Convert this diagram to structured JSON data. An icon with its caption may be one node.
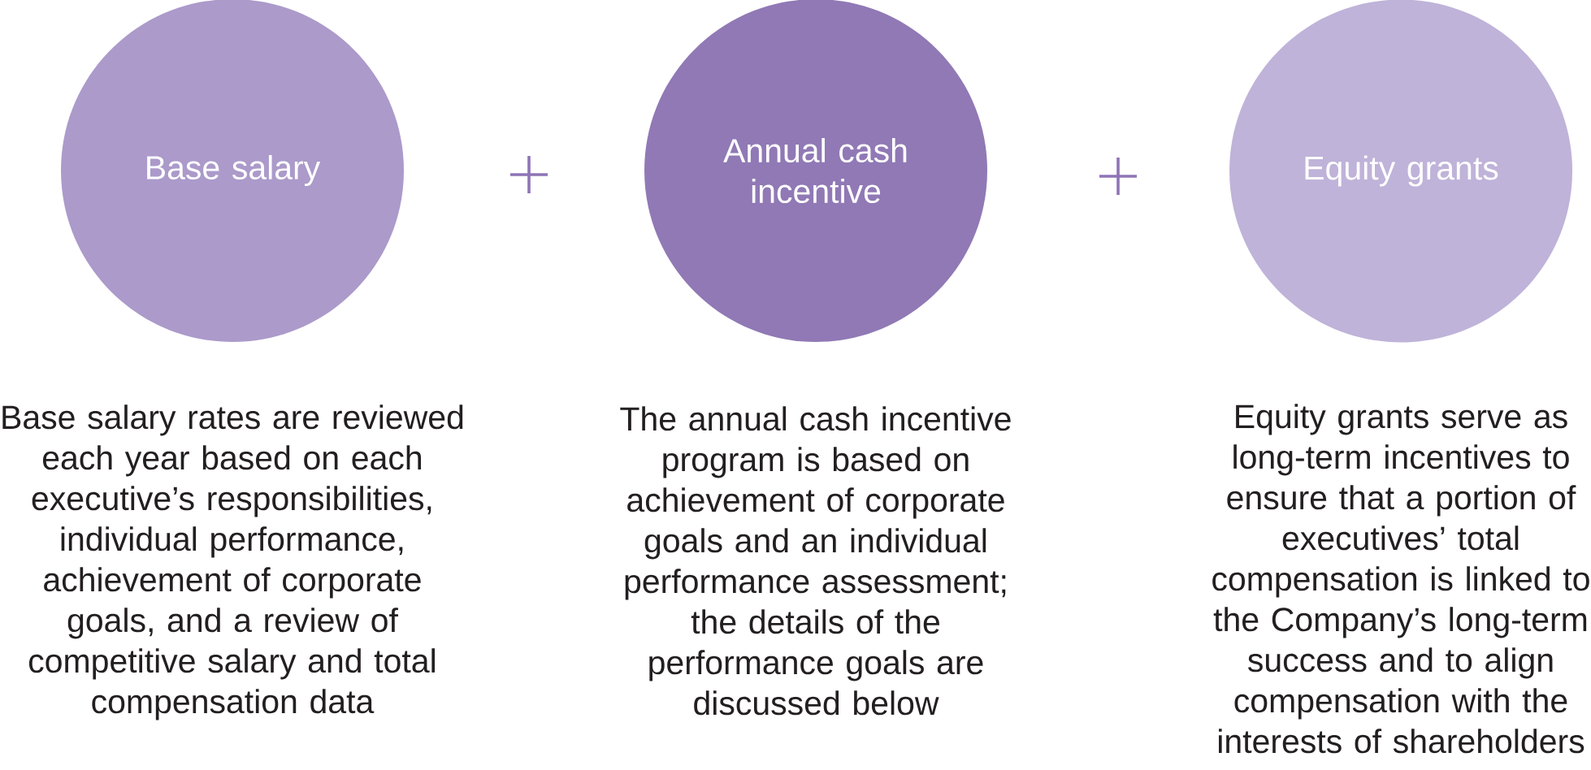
{
  "diagram": {
    "nodes": [
      {
        "text": [
          "Base salary"
        ],
        "beside": [
          "Base salary rates are reviewed each year based on each executive’s responsibilities, individual performance, achievement of corporate goals, and a review of competitive salary and total compensation data"
        ]
      },
      {
        "text": [
          "Annual cash incentive"
        ],
        "beside": [
          "The annual cash incentive program is based on achievement of corporate goals and an individual performance assessment; the details of the performance goals are discussed below"
        ]
      },
      {
        "text": [
          "Equity grants"
        ],
        "beside": [
          "Equity grants serve as long-term incentives to ensure that a portion of executives’ total compensation is linked to the Company’s long-term success and to align compensation with the interests of shareholders"
        ]
      }
    ]
  }
}
